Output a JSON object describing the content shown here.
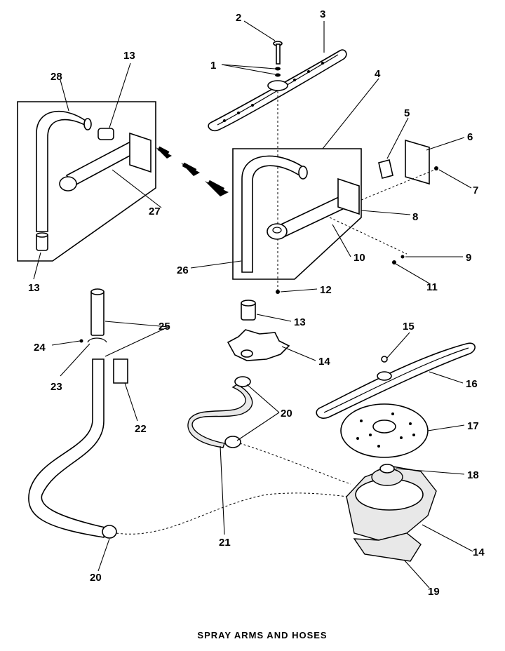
{
  "title": "SPRAY ARMS AND HOSES",
  "callouts": {
    "c1": "1",
    "c2": "2",
    "c3": "3",
    "c4": "4",
    "c5": "5",
    "c6": "6",
    "c7": "7",
    "c8": "8",
    "c9": "9",
    "c10": "10",
    "c11": "11",
    "c12": "12",
    "c13a": "13",
    "c13b": "13",
    "c13c": "13",
    "c14a": "14",
    "c14b": "14",
    "c15": "15",
    "c16": "16",
    "c17": "17",
    "c18": "18",
    "c19": "19",
    "c20a": "20",
    "c20b": "20",
    "c21": "21",
    "c22": "22",
    "c23": "23",
    "c24": "24",
    "c25": "25",
    "c26": "26",
    "c27": "27",
    "c28": "28"
  }
}
